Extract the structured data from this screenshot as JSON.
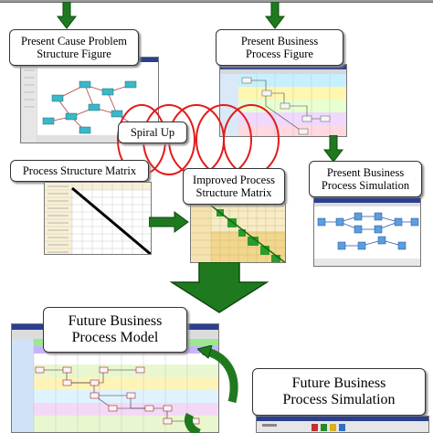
{
  "labels": {
    "cause_problem": [
      "Present Cause Problem",
      "Structure Figure"
    ],
    "business_process": [
      "Present Business",
      "Process Figure"
    ],
    "spiral_up": "Spiral Up",
    "process_structure_matrix": "Process Structure Matrix",
    "improved_matrix": [
      "Improved Process",
      "Structure Matrix"
    ],
    "present_simulation": [
      "Present Business",
      "Process Simulation"
    ],
    "future_model": [
      "Future Business",
      "Process Model"
    ],
    "future_simulation": [
      "Future Business",
      "Process Simulation"
    ]
  },
  "colors": {
    "arrow_green": "#1f7a1f",
    "spiral_red": "#e41b1b",
    "banner_gray": "#9a9a9a"
  },
  "icons": {
    "down_arrow": "green-down-arrow",
    "right_arrow": "green-right-arrow",
    "curved_arrow": "green-curved-arrow",
    "spiral": "red-spiral"
  }
}
